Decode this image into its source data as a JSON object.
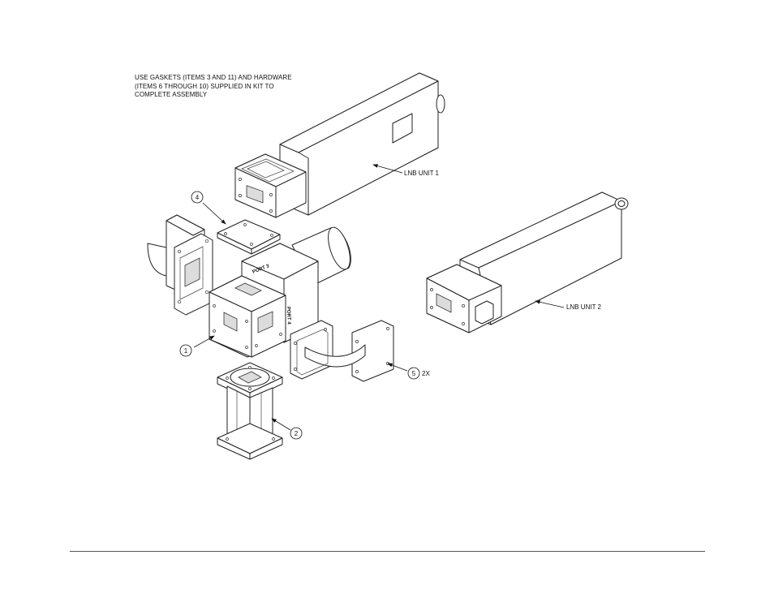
{
  "note": {
    "lines": [
      "USE GASKETS (ITEMS 3 AND 11) AND HARDWARE",
      "(ITEMS 6 THROUGH 10) SUPPLIED IN KIT TO",
      "COMPLETE ASSEMBLY"
    ]
  },
  "callouts": {
    "lnb1": "LNB UNIT 1",
    "lnb2": "LNB UNIT 2",
    "port3": "PORT 3",
    "port4": "PORT 4"
  },
  "balloons": {
    "b1": "1",
    "b2": "2",
    "b4": "4",
    "b5": "5",
    "b5_qty": "2X"
  }
}
